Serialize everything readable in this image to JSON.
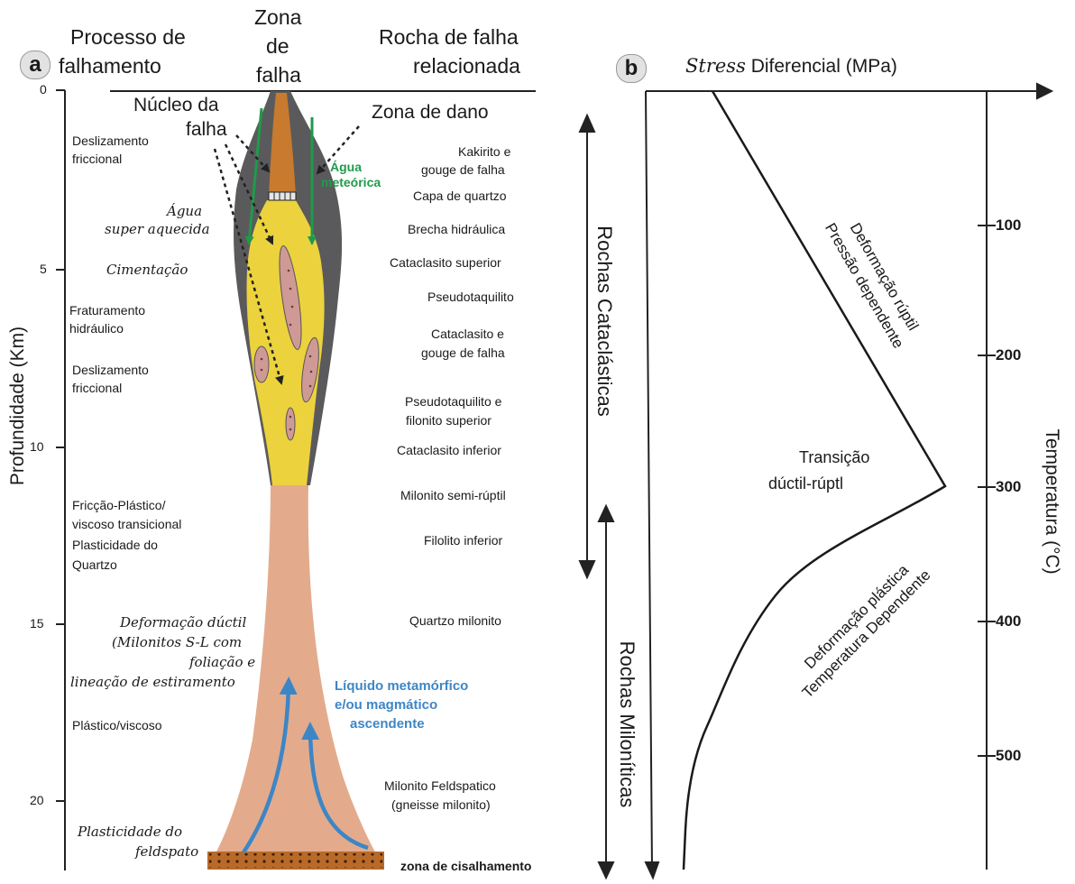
{
  "panel_a": {
    "badge": "a",
    "header_left": [
      "Processo de",
      "falhamento"
    ],
    "header_center": [
      "Zona",
      "de",
      "falha"
    ],
    "header_right": [
      "Rocha de falha",
      "relacionada"
    ],
    "y_axis_label": "Profundidade (Km)",
    "depth_ticks": [
      "0",
      "5",
      "10",
      "15",
      "20"
    ],
    "core_label": [
      "Núcleo da",
      "falha"
    ],
    "damage_label": "Zona de dano",
    "meteoric_water": [
      "Água",
      "meteórica"
    ],
    "processes": {
      "slip1": [
        "Deslizamento",
        "friccional"
      ],
      "superheated": [
        "Água",
        "super aquecida"
      ],
      "cementation": "Cimentação",
      "hydrofrac": [
        "Fraturamento",
        "hidráulico"
      ],
      "slip2": [
        "Deslizamento",
        "friccional"
      ],
      "transitional": [
        "Fricção-Plástico/",
        "viscoso transicional",
        "Plasticidade do",
        "Quartzo"
      ],
      "ductile": [
        "Deformação dúctil",
        "(Milonitos S-L com",
        "foliação e",
        "lineação de estiramento"
      ],
      "plastic_viscous": "Plástico/viscoso",
      "feldspar_plasticity": [
        "Plasticidade do",
        "feldspato"
      ]
    },
    "rocks": {
      "kakirite": [
        "Kakirito e",
        "gouge de falha"
      ],
      "quartz_cap": "Capa de quartzo",
      "hydraulic_breccia": "Brecha hidráulica",
      "upper_cataclasite": "Cataclasito superior",
      "pseudotachylite": "Pseudotaquilito",
      "cataclasite_gouge": [
        "Cataclasito e",
        "gouge de falha"
      ],
      "pseudo_phyllonite": [
        "Pseudotaquilito e",
        "filonito superior"
      ],
      "lower_cataclasite": "Cataclasito inferior",
      "semi_brittle_mylonite": "Milonito semi-rúptil",
      "lower_phyllite": "Filolito inferior",
      "quartz_mylonite": "Quartzo milonito",
      "feldspathic_mylonite": [
        "Milonito Feldspatico",
        "(gneisse milonito)"
      ]
    },
    "fluid_label": [
      "Líquido metamórfico",
      "e/ou magmático",
      "ascendente"
    ],
    "shear_zone": "zona de cisalhamento",
    "cataclastic_rocks": "Rochas Cataclásticas",
    "mylonitic_rocks": "Rochas Miloníticas"
  },
  "panel_b": {
    "badge": "b",
    "title_italic": "Stress",
    "title_rest": " Diferencial (MPa)",
    "y_axis_label": "Temperatura (°C)",
    "temp_ticks": [
      "100",
      "200",
      "300",
      "400",
      "500"
    ],
    "brittle_label": [
      "Deformação rúptil",
      "Pressão dependente"
    ],
    "transition_label": [
      "Transição",
      "dúctil-rúptl"
    ],
    "plastic_label": [
      "Deformação plástica",
      "Temperatura Dependente"
    ]
  },
  "colors": {
    "gray_zone": "#5a5a5c",
    "yellow_core": "#ecd23d",
    "pink_mylonite": "#e3ab8c",
    "lens_pink": "#cf9a95",
    "meteoric_green": "#1f9a4a",
    "fluid_blue": "#3d86c6",
    "shear_brown": "#b86a2a"
  }
}
